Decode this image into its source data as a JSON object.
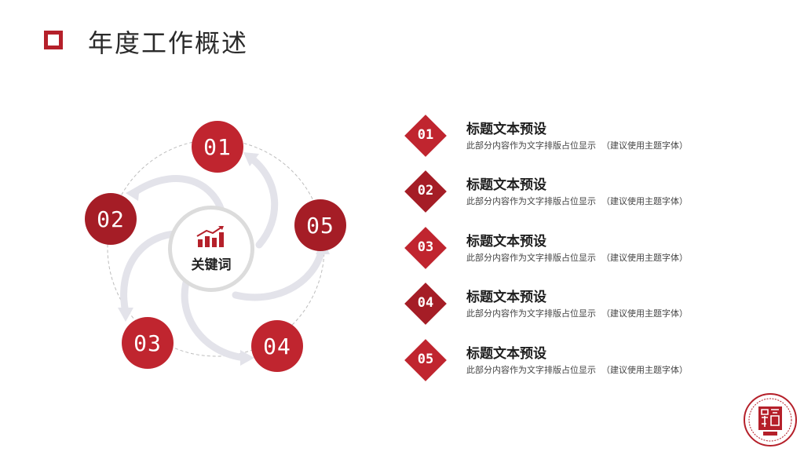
{
  "header": {
    "title": "年度工作概述"
  },
  "cycle": {
    "center_label": "关键词",
    "nodes": [
      "01",
      "02",
      "03",
      "04",
      "05"
    ]
  },
  "list": {
    "items": [
      {
        "num": "01",
        "title": "标题文本预设",
        "desc": "此部分内容作为文字排版占位显示  （建议使用主题字体）"
      },
      {
        "num": "02",
        "title": "标题文本预设",
        "desc": "此部分内容作为文字排版占位显示  （建议使用主题字体）"
      },
      {
        "num": "03",
        "title": "标题文本预设",
        "desc": "此部分内容作为文字排版占位显示  （建议使用主题字体）"
      },
      {
        "num": "04",
        "title": "标题文本预设",
        "desc": "此部分内容作为文字排版占位显示  （建议使用主题字体）"
      },
      {
        "num": "05",
        "title": "标题文本预设",
        "desc": "此部分内容作为文字排版占位显示  （建议使用主题字体）"
      }
    ]
  },
  "colors": {
    "accent": "#c0252f",
    "accent_dark": "#a51d26",
    "arrow": "#e3e3ea"
  },
  "icons": {
    "center": "bar-chart-growth-icon",
    "corner": "university-seal-logo"
  }
}
